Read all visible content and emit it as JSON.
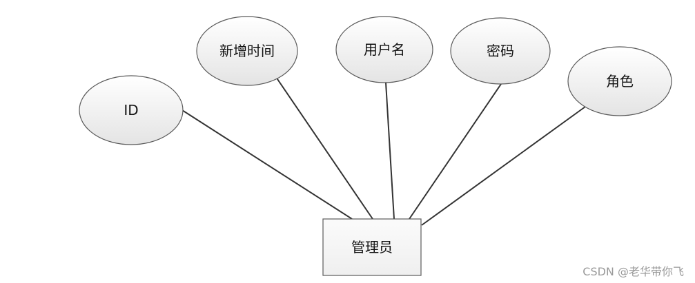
{
  "entity": {
    "label": "管理员"
  },
  "attributes": [
    {
      "id": "id",
      "label": "ID"
    },
    {
      "id": "created-time",
      "label": "新增时间"
    },
    {
      "id": "username",
      "label": "用户名"
    },
    {
      "id": "password",
      "label": "密码"
    },
    {
      "id": "role",
      "label": "角色"
    }
  ],
  "watermark": {
    "text": "CSDN @老华带你飞"
  },
  "colors": {
    "ellipse_fill_start": "#ffffff",
    "ellipse_fill_end": "#e4e4e4",
    "outline": "#5a5a5a",
    "connector": "#333333",
    "entity_fill": "#f7f7f7"
  }
}
